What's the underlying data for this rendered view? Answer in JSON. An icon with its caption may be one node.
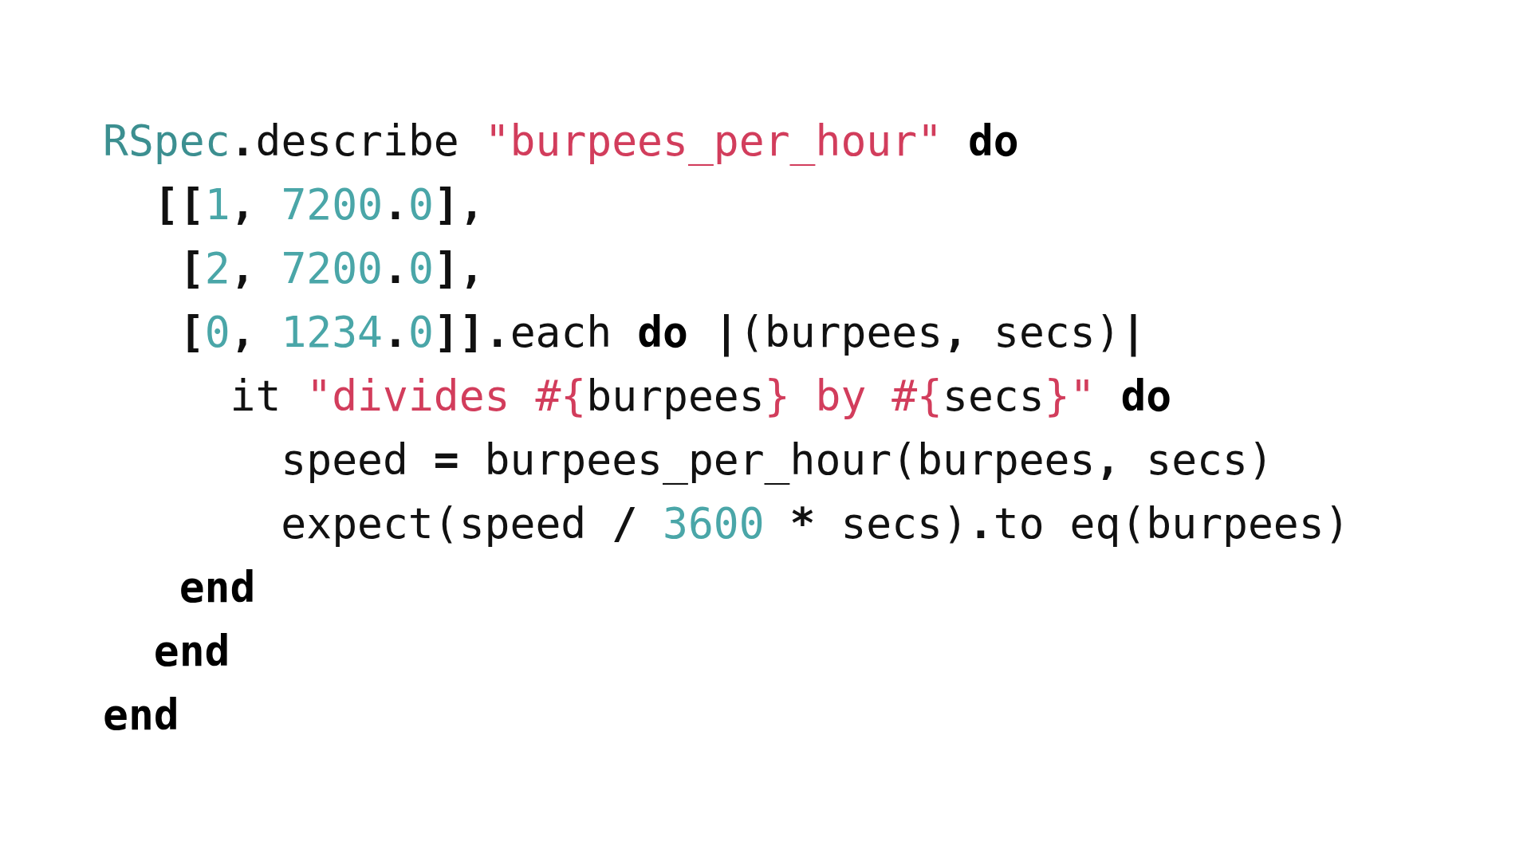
{
  "diagram": {
    "labels": [
      "RSpec.describe \"burpees_per_hour\" **do**",
      "[[1, 7200.0],",
      "[2, 7200.0],",
      "[0, 1234.0]].each **do** |(burpees, secs)|",
      "it \"divides #{burpees} by #{secs}\" **do**",
      "speed = burpees_per_hour(burpees, secs)",
      "expect(speed / 3600 * secs).to eq(burpees)",
      "**end**",
      "**end**",
      "**end**"
    ]
  }
}
